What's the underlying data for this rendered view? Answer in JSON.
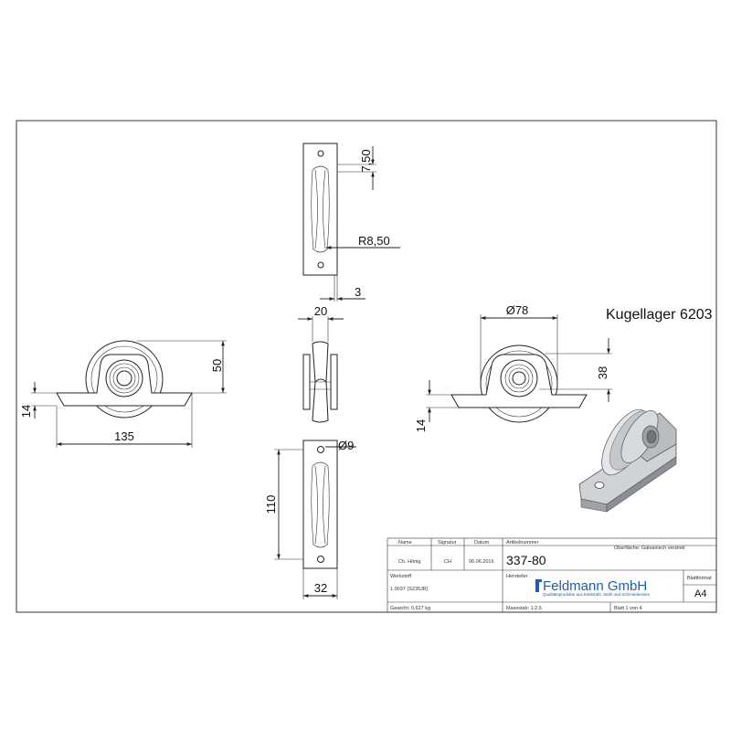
{
  "dimensions": {
    "d_7_50": "7,50",
    "d_r8_50": "R8,50",
    "d_3": "3",
    "d_20": "20",
    "d_50": "50",
    "d_14_left": "14",
    "d_135": "135",
    "d_78": "Ø78",
    "d_38": "38",
    "d_14_right": "14",
    "d_9": "Ø9",
    "d_110": "110",
    "d_32": "32"
  },
  "bearing_label": "Kugellager 6203",
  "title_block": {
    "author_header": "Name",
    "signature_header": "Signatur",
    "date_header": "Datum",
    "article_header": "Artikelnummer",
    "surface_label": "Oberfläche: Galvanisch verzinkt",
    "author": "Ch. Hönig",
    "signature": "CH",
    "date": "06.06.2016",
    "article_number": "337-80",
    "material_header": "Werkstoff",
    "material": "1.0037 (S235JR)",
    "manufacturer_header": "Hersteller",
    "company": "Feldmann GmbH",
    "company_sub": "Qualitätsprodukte aus Edelstahl, Stahl und Schmiedeeisen",
    "sheet_format_header": "Blattformat",
    "sheet_format": "A4",
    "weight": "Gewicht: 0,627 kg",
    "scale": "Massstab: 1:2,5",
    "sheet": "Blatt 1 von 4"
  }
}
